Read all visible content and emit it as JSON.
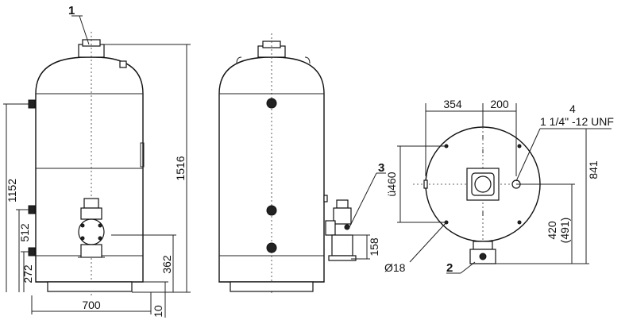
{
  "callouts": {
    "c1": "1",
    "c2": "2",
    "c3": "3",
    "c4": "4"
  },
  "dimensions": {
    "d1516": "1516",
    "d1152": "1152",
    "d512": "512",
    "d272": "272",
    "d362": "362",
    "d700": "700",
    "d10": "10",
    "d158": "158",
    "d354": "354",
    "d200": "200",
    "d841": "841",
    "d420": "420",
    "d491": "(491)",
    "d460": "ü460",
    "d18": "Ø18"
  },
  "thread_spec": "1 1/4\" -12 UNF"
}
